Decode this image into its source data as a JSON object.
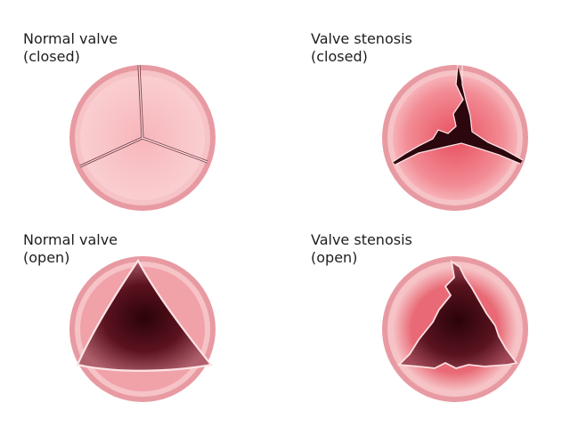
{
  "panels": [
    {
      "id": "normal-closed",
      "caption_line1": "Normal valve",
      "caption_line2": "(closed)"
    },
    {
      "id": "stenosis-closed",
      "caption_line1": "Valve stenosis",
      "caption_line2": "(closed)"
    },
    {
      "id": "normal-open",
      "caption_line1": "Normal valve",
      "caption_line2": "(open)"
    },
    {
      "id": "stenosis-open",
      "caption_line1": "Valve stenosis",
      "caption_line2": "(open)"
    }
  ],
  "colors": {
    "ring_outer": "#e89aa2",
    "ring_inner": "#f6c3c6",
    "leaflet_light": "#f9cdd0",
    "leaflet_mid": "#f3a9ae",
    "leaflet_stenotic": "#ec5f6c",
    "leaflet_line": "#fbe4e5",
    "opening_center": "#2a0308",
    "opening_edge": "#9a4456",
    "caption_text": "#1e1e1e"
  }
}
